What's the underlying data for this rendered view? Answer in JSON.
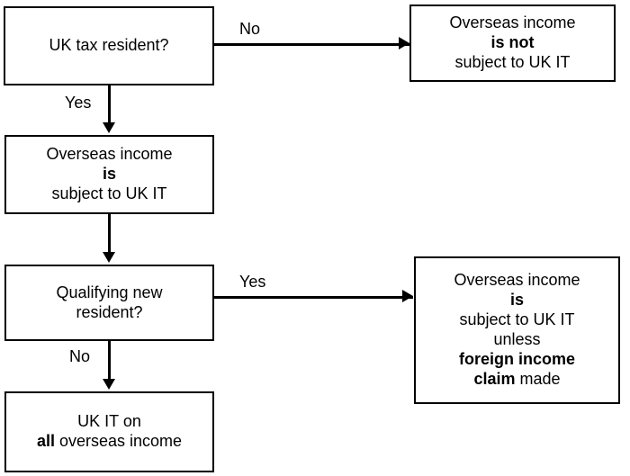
{
  "diagram": {
    "title": "UK tax residence and overseas income decision flowchart",
    "stroke_color": "#000000",
    "fill_color": "#ffffff",
    "nodes": [
      {
        "id": "uk-tax-resident",
        "kind": "decision",
        "lines": [
          {
            "text": "UK tax resident?",
            "bold": false
          }
        ]
      },
      {
        "id": "income-not-subject",
        "kind": "outcome",
        "lines": [
          {
            "text": "Overseas income",
            "bold": false
          },
          {
            "text": "is not",
            "bold": true
          },
          {
            "text": "subject to UK IT",
            "bold": false
          }
        ]
      },
      {
        "id": "income-is-subject",
        "kind": "outcome",
        "lines": [
          {
            "text": "Overseas income",
            "bold": false
          },
          {
            "text": "is",
            "bold": true
          },
          {
            "text": "subject to UK IT",
            "bold": false
          }
        ]
      },
      {
        "id": "qualifying-new-resident",
        "kind": "decision",
        "lines": [
          {
            "text": "Qualifying new",
            "bold": false
          },
          {
            "text": "resident?",
            "bold": false
          }
        ]
      },
      {
        "id": "income-unless-claim",
        "kind": "outcome",
        "lines": [
          {
            "text": "Overseas income",
            "bold": false
          },
          {
            "text": "is",
            "bold": true
          },
          {
            "text": "subject to UK IT",
            "bold": false
          },
          {
            "text": "unless",
            "bold": false
          },
          {
            "text": "foreign income",
            "bold": true
          },
          {
            "text": "claim",
            "bold": true,
            "suffix": " made"
          }
        ]
      },
      {
        "id": "uk-it-all-overseas",
        "kind": "outcome",
        "lines": [
          {
            "text": "UK IT on",
            "bold": false
          },
          {
            "text": "all",
            "bold": true,
            "suffix": " overseas income"
          }
        ]
      }
    ],
    "edges": [
      {
        "id": "no-top",
        "label": "No",
        "from": "uk-tax-resident",
        "to": "income-not-subject",
        "direction": "right"
      },
      {
        "id": "yes-down",
        "label": "Yes",
        "from": "uk-tax-resident",
        "to": "income-is-subject",
        "direction": "down"
      },
      {
        "id": "mid-down",
        "label": "",
        "from": "income-is-subject",
        "to": "qualifying-new-resident",
        "direction": "down"
      },
      {
        "id": "yes-right",
        "label": "Yes",
        "from": "qualifying-new-resident",
        "to": "income-unless-claim",
        "direction": "right"
      },
      {
        "id": "no-down",
        "label": "No",
        "from": "qualifying-new-resident",
        "to": "uk-it-all-overseas",
        "direction": "down"
      }
    ]
  }
}
